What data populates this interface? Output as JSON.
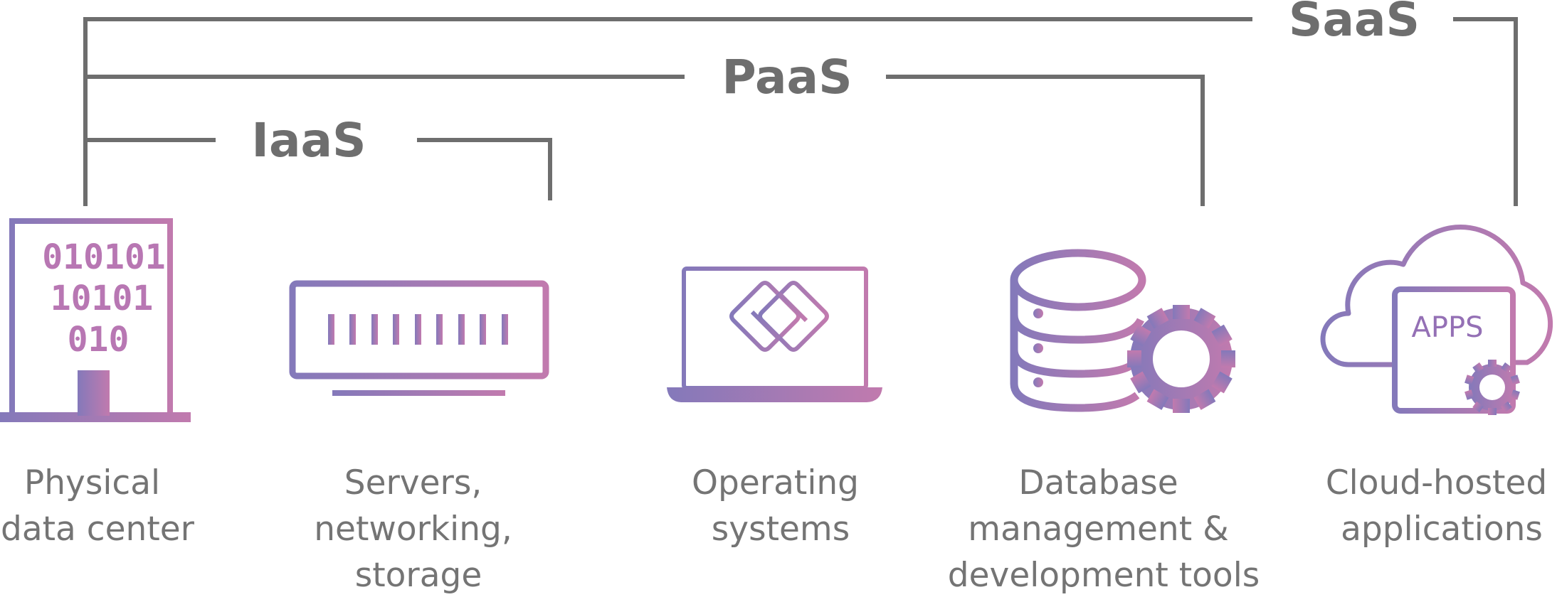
{
  "brackets": {
    "saas": "SaaS",
    "paas": "PaaS",
    "iaas": "IaaS"
  },
  "icons": {
    "binary": [
      "010101",
      "10101",
      "010"
    ],
    "apps": "APPS"
  },
  "captions": [
    {
      "lines": [
        "Physical",
        "data center"
      ]
    },
    {
      "lines": [
        "Servers,",
        "networking,",
        "storage"
      ]
    },
    {
      "lines": [
        "Operating",
        "systems"
      ]
    },
    {
      "lines": [
        "Database",
        "management &",
        "development tools"
      ]
    },
    {
      "lines": [
        "Cloud-hosted",
        "applications"
      ]
    }
  ],
  "colors": {
    "bracket_line": "#6e6e6e",
    "caption_text": "#747474",
    "gradient_start": "#8479ba",
    "gradient_end": "#c17aae"
  }
}
